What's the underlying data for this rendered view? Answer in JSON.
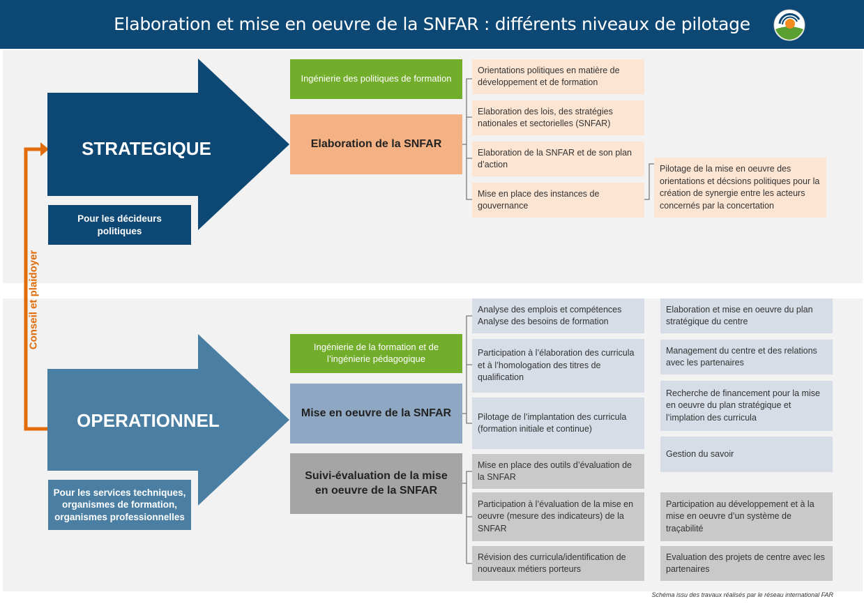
{
  "header": {
    "title": "Elaboration et mise en oeuvre de la SNFAR : différents niveaux de pilotage"
  },
  "colors": {
    "header_bg": "#0d4874",
    "strategic_arrow": "#0d4874",
    "operational_arrow": "#4a7fa3",
    "green": "#72ad2b",
    "orange": "#f4b183",
    "pale_orange": "#fde5d3",
    "blue_grey": "#8ea7c2",
    "pale_blue": "#d6dde6",
    "grey": "#a5a5a5",
    "pale_grey": "#c9c9c9",
    "side_arrow": "#e36c0a"
  },
  "icons": {
    "logo": "far-logo-icon"
  },
  "side_label": "Conseil et plaidoyer",
  "strategic": {
    "arrow_label": "STRATEGIQUE",
    "audience": "Pour les décideurs politiques",
    "green_box": "Ingénierie des politiques de formation",
    "main_box": "Elaboration de la SNFAR",
    "items": [
      "Orientations politiques en matière de développement et de formation",
      "Elaboration des lois, des stratégies nationales et sectorielles (SNFAR)",
      "Elaboration de la SNFAR et de son plan d’action",
      "Mise en place des instances de gouvernance"
    ],
    "outcome": "Pilotage de la mise en oeuvre des orientations et décsions politiques pour la création de synergie entre les acteurs concernés par la concertation"
  },
  "operational": {
    "arrow_label": "OPERATIONNEL",
    "audience": "Pour les services techniques, organismes de formation, organismes professionnelles",
    "green_box": "Ingénierie de la formation et de l’ingénierie pédagogique",
    "impl_box": "Mise en oeuvre de la SNFAR",
    "eval_box": "Suivi-évaluation de la mise en oeuvre de la SNFAR",
    "impl_items": [
      "Analyse des emplois et compétences Analyse des besoins de formation",
      "Participation à l’élaboration des curricula et à l’homologation des titres de qualification",
      "Pilotage de l’implantation des curricula (formation initiale et continue)"
    ],
    "eval_items": [
      "Mise en place des outils d’évaluation de la SNFAR",
      "Participation à l’évaluation de la mise en oeuvre (mesure des indicateurs) de la SNFAR",
      "Révision des curricula/identification de nouveaux métiers porteurs"
    ],
    "impl_right": [
      "Elaboration et mise en oeuvre du plan stratégique du centre",
      "Management du centre et des relations avec les partenaires",
      "Recherche de financement pour la mise en oeuvre du plan stratégique et l’implation des curricula",
      "Gestion du savoir"
    ],
    "eval_right": [
      "Participation au développement et à la mise en oeuvre d’un système de traçabilité",
      "Evaluation des projets de centre avec les partenaires"
    ]
  },
  "footer": {
    "note": "Schéma issu des travaux réalisés par le réseau international FAR"
  }
}
